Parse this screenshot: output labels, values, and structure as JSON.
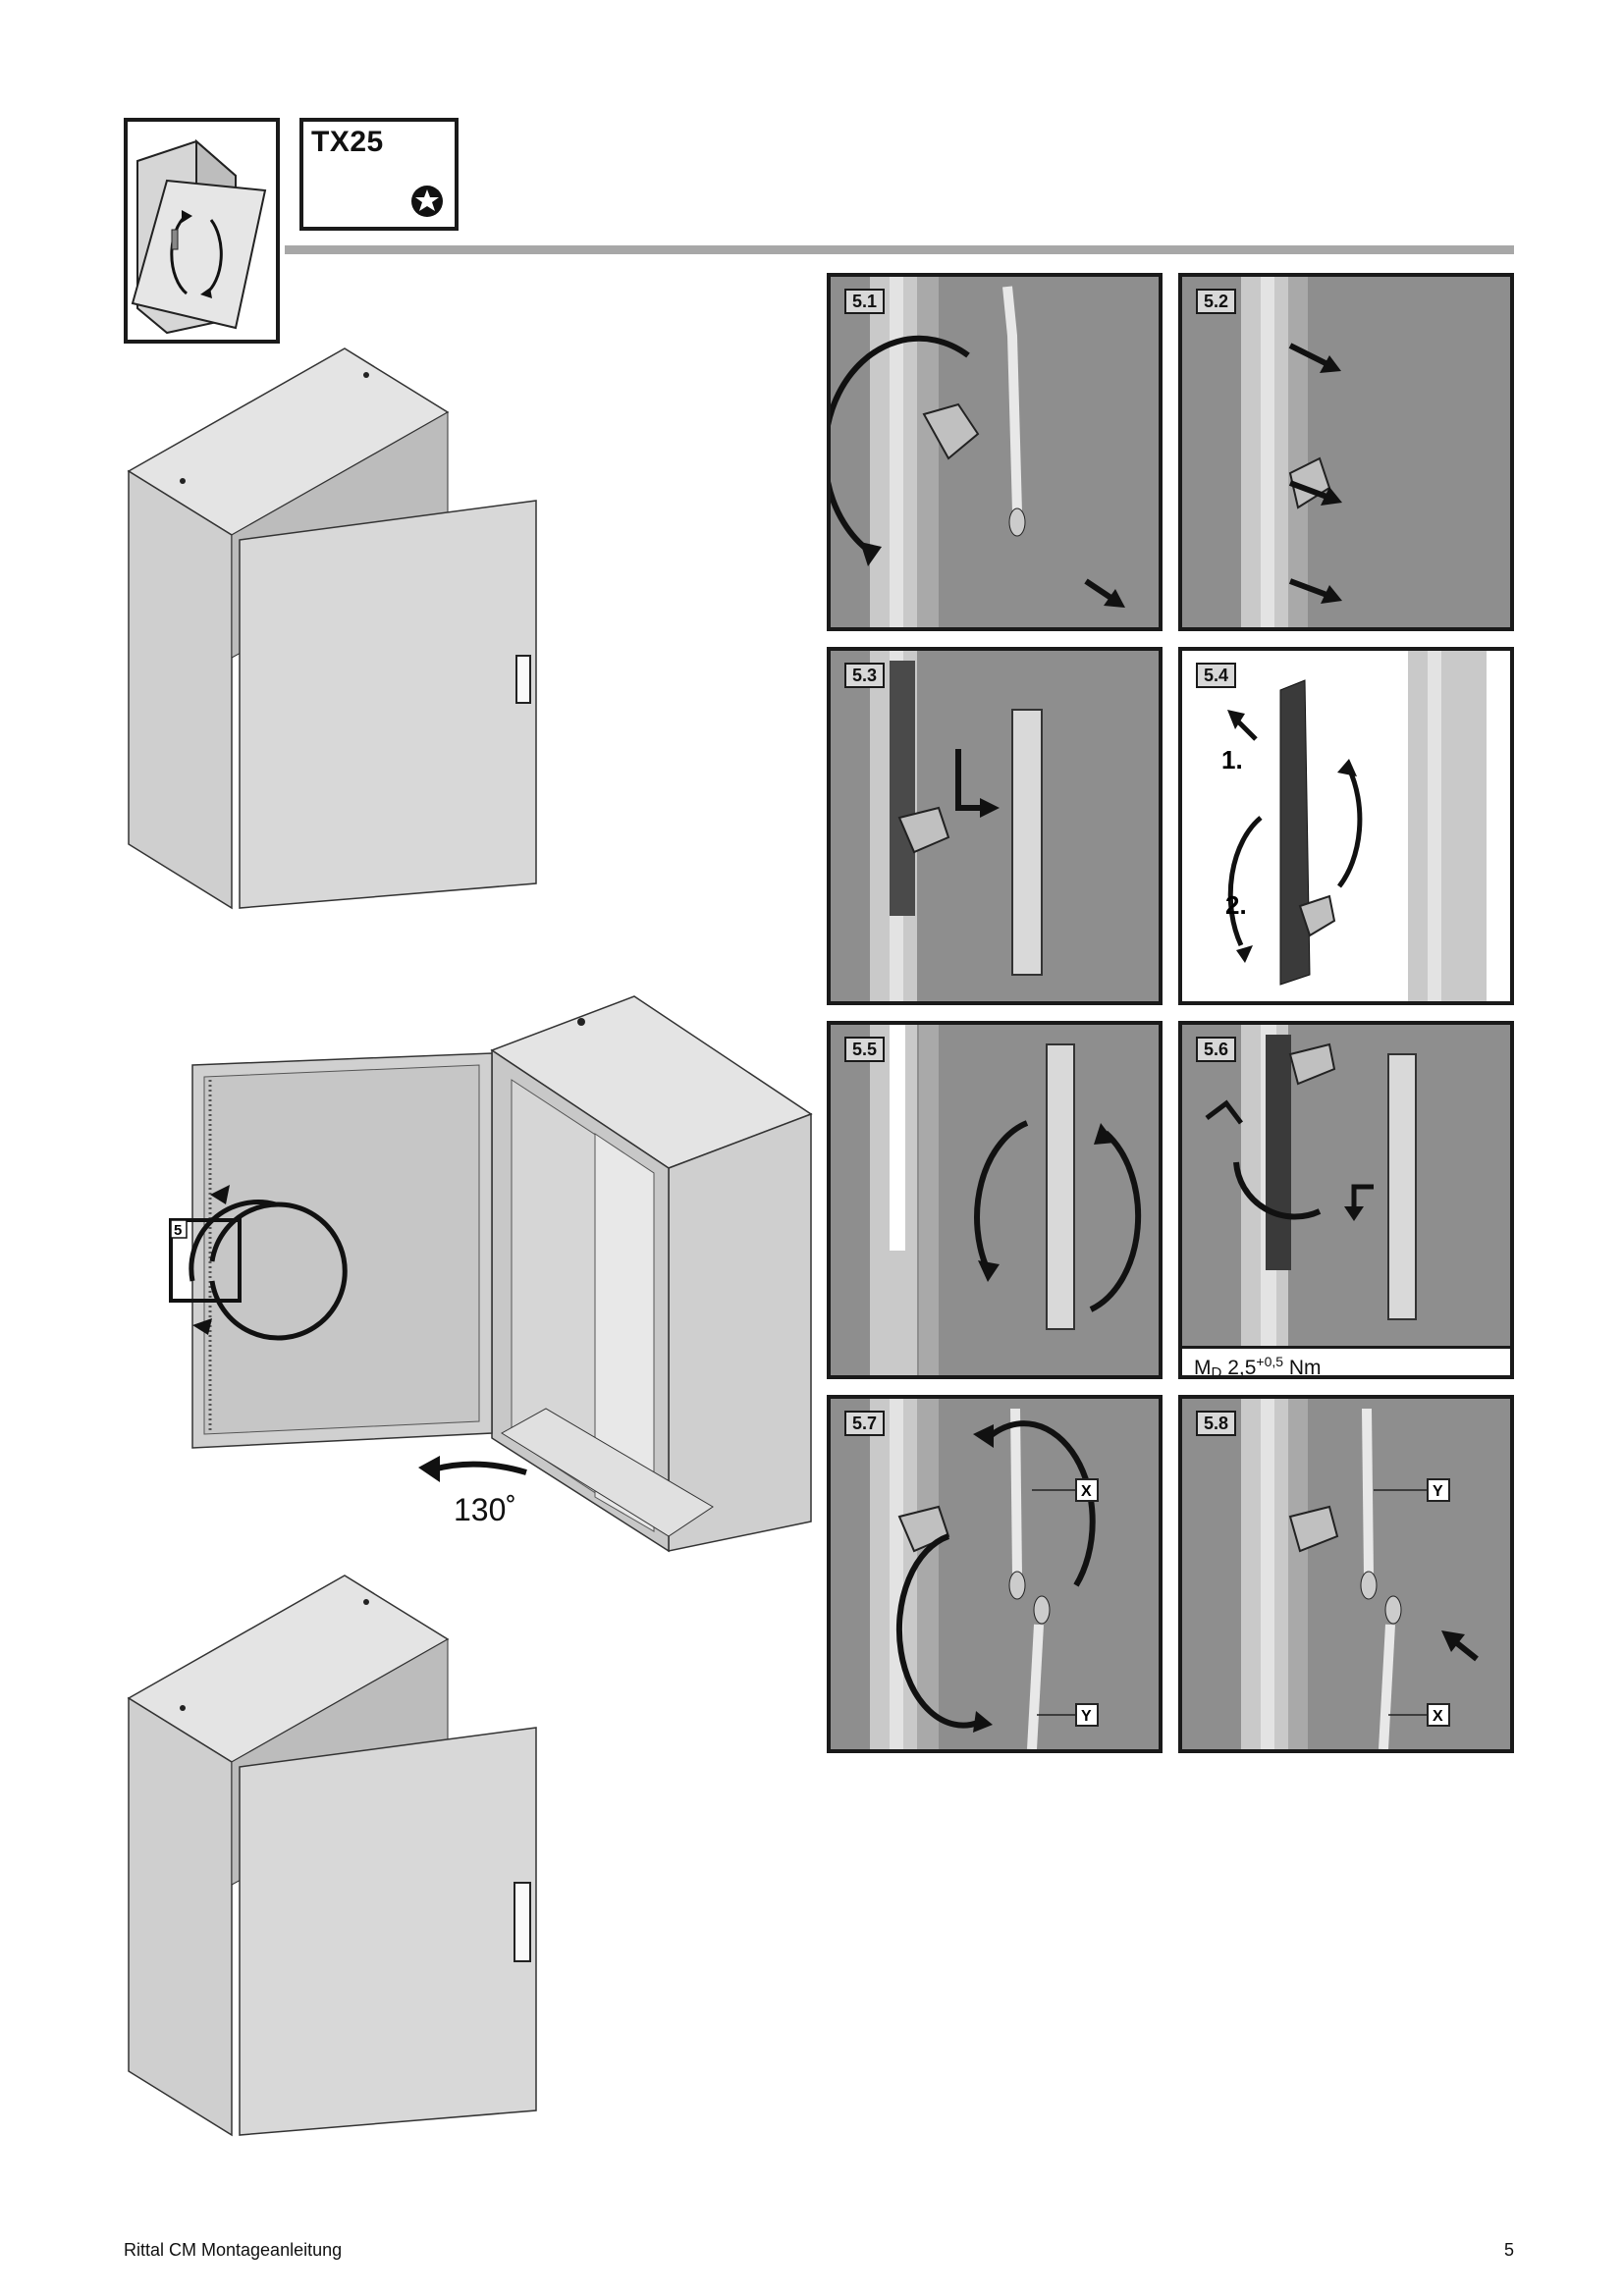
{
  "header": {
    "tool": "TX25",
    "icons": [
      "rotate-door-icon",
      "torx-star-icon"
    ]
  },
  "steps": [
    {
      "id": "5.1"
    },
    {
      "id": "5.2"
    },
    {
      "id": "5.3"
    },
    {
      "id": "5.4",
      "labels": [
        "1.",
        "2."
      ]
    },
    {
      "id": "5.5"
    },
    {
      "id": "5.6",
      "torque": {
        "symbol": "M",
        "subscript": "D",
        "value": "2,5",
        "tolerance": "+0,5",
        "unit": "Nm"
      }
    },
    {
      "id": "5.7",
      "labels": [
        "X",
        "Y"
      ]
    },
    {
      "id": "5.8",
      "labels": [
        "Y",
        "X"
      ]
    }
  ],
  "callout": {
    "label": "5"
  },
  "opening_angle": "130˚",
  "footer": {
    "document": "Rittal CM Montageanleitung",
    "page": "5"
  },
  "colors": {
    "panel_background": "#8e8e8e",
    "cabinet_light": "#dcdcdc",
    "cabinet_mid": "#c4c4c4",
    "rule": "#a7a7a7"
  }
}
